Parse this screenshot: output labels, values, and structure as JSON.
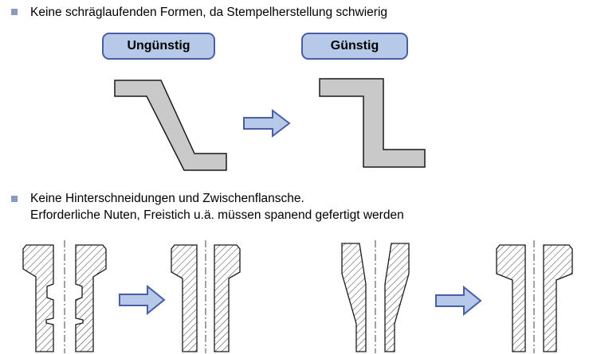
{
  "colors": {
    "text": "#000000",
    "bullet": "#8a9cbd",
    "label_fill": "#b7c9e8",
    "label_border": "#4a5ea6",
    "arrow_fill": "#b7c9e8",
    "arrow_border": "#4a5ea6",
    "shape_fill": "#c9c9c9",
    "shape_border": "#1a1a1a",
    "line": "#1a1a1a",
    "hatch": "#3a3a3a"
  },
  "bullet1": {
    "text": "Keine schräglaufenden Formen, da Stempelherstellung schwierig"
  },
  "bullet2": {
    "line1": "Keine Hinterschneidungen und Zwischenflansche.",
    "line2": "Erforderliche Nuten, Freistich u.ä. müssen spanend gefertigt werden"
  },
  "figure_forms": {
    "label_bad": "Ungünstig",
    "label_good": "Günstig"
  }
}
